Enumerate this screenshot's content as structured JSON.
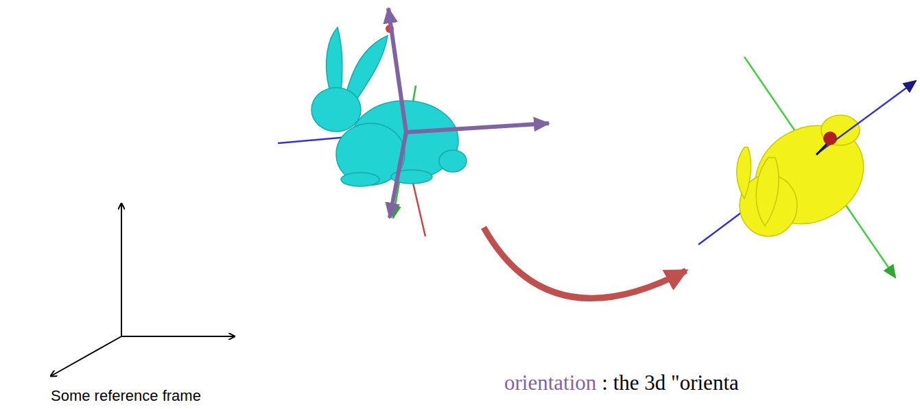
{
  "diagram": {
    "labels": [
      "Some reference frame",
      "orientation",
      ": the 3d \"orienta"
    ]
  }
}
